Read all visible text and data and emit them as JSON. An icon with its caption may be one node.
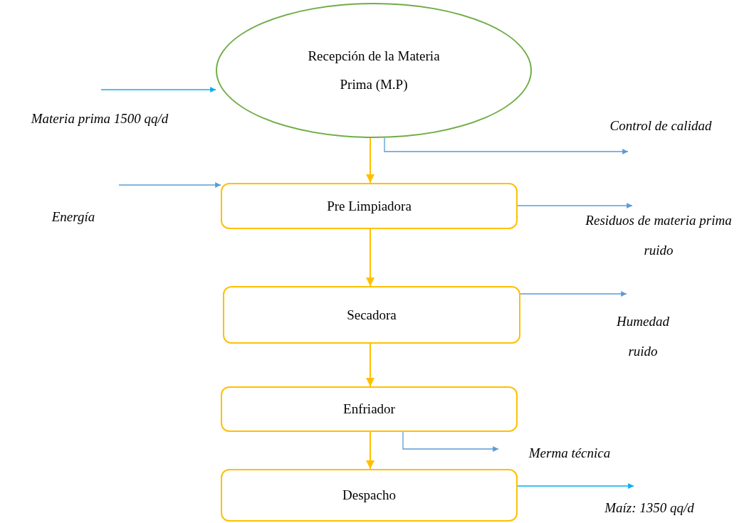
{
  "diagram": {
    "nodes": [
      {
        "text": [
          "Recepción de la Materia Prima (M.P)"
        ]
      },
      {
        "text": [
          "Pre Limpiadora"
        ]
      },
      {
        "text": [
          "Secadora"
        ]
      },
      {
        "text": [
          "Enfriador"
        ]
      },
      {
        "text": [
          "Despacho"
        ]
      }
    ],
    "edges": [
      {
        "from": null,
        "to": 0,
        "arrow": "to",
        "label": "Materia prima 1500 qq/d",
        "color": "#00b0f0"
      },
      {
        "from": null,
        "to": 1,
        "arrow": "to",
        "label": "Energía",
        "color": "#5b9bd5"
      },
      {
        "from": 0,
        "to": 1,
        "arrow": "to",
        "color": "#ffc000"
      },
      {
        "from": 0,
        "to": null,
        "arrow": "to",
        "label": "Control de calidad",
        "color": "#5b9bd5"
      },
      {
        "from": 1,
        "to": null,
        "arrow": "to",
        "label": "Residuos de materia prima ruido",
        "color": "#5b9bd5"
      },
      {
        "from": 1,
        "to": 2,
        "arrow": "to",
        "color": "#ffc000"
      },
      {
        "from": 2,
        "to": null,
        "arrow": "to",
        "label": "Humedad ruido",
        "color": "#5b9bd5"
      },
      {
        "from": 2,
        "to": 3,
        "arrow": "to",
        "color": "#ffc000"
      },
      {
        "from": 3,
        "to": 4,
        "arrow": "to",
        "color": "#ffc000"
      },
      {
        "from": 3,
        "to": null,
        "arrow": "to",
        "label": "Merma técnica",
        "color": "#5b9bd5"
      },
      {
        "from": 4,
        "to": null,
        "arrow": "to",
        "label": "Maíz: 1350 qq/d",
        "color": "#00b0f0"
      }
    ]
  }
}
